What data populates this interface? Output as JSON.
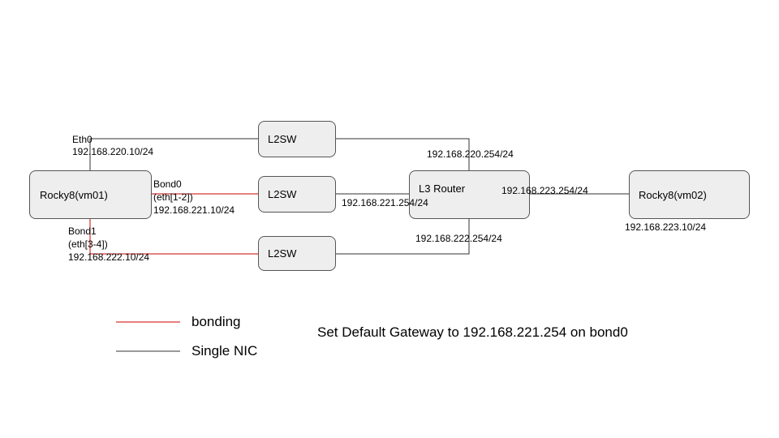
{
  "colors": {
    "bonding": "#cc0000",
    "single": "#333333",
    "node_fill": "#eeeeee",
    "node_border": "#555555"
  },
  "nodes": {
    "vm01": "Rocky8(vm01)",
    "vm02": "Rocky8(vm02)",
    "router": "L3 Router",
    "sw_top": "L2SW",
    "sw_mid": "L2SW",
    "sw_bot": "L2SW"
  },
  "interfaces": {
    "eth0_name": "Eth0",
    "eth0_ip": "192.168.220.10/24",
    "bond0_name": "Bond0",
    "bond0_members": "(eth[1-2])",
    "bond0_ip": "192.168.221.10/24",
    "bond1_name": "Bond1",
    "bond1_members": "(eth[3-4])",
    "bond1_ip": "192.168.222.10/24",
    "router_220": "192.168.220.254/24",
    "router_221": "192.168.221.254/24",
    "router_222": "192.168.222.254/24",
    "router_223": "192.168.223.254/24",
    "vm02_ip": "192.168.223.10/24"
  },
  "legend": {
    "bonding": "bonding",
    "single": "Single NIC"
  },
  "note": "Set Default Gateway to 192.168.221.254 on bond0"
}
